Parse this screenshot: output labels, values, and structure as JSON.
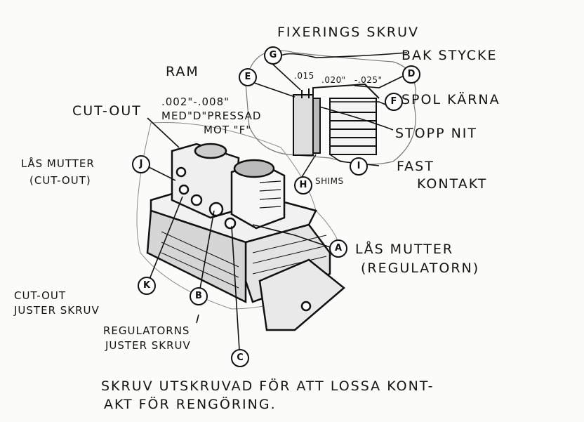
{
  "labels": {
    "fixerings_skruv": "FIXERINGS SKRUV",
    "bak_stycke": "BAK STYCKE",
    "ram": "RAM",
    "gap_small": ".015",
    "gap_range_a": ".020\"",
    "gap_range_b": "-.025\"",
    "spol_karna": "SPOL KÄRNA",
    "stopp_nit": "STOPP NIT",
    "cut_out": "CUT-OUT",
    "cut_out_gap": ".002\"-.008\"",
    "med_d_pressad": "MED\"D\"PRESSAD",
    "mot_f": "MOT \"F\"",
    "las_mutter_cutout_1": "LÅS MUTTER",
    "las_mutter_cutout_2": "(CUT-OUT)",
    "shims": "SHIMS",
    "fast_kontakt_1": "FAST",
    "fast_kontakt_2": "KONTAKT",
    "las_mutter_reg_1": "LÅS MUTTER",
    "las_mutter_reg_2": "(REGULATORN)",
    "cutout_juster_1": "CUT-OUT",
    "cutout_juster_2": "JUSTER SKRUV",
    "reg_juster_1": "REGULATORNS",
    "reg_juster_2": "JUSTER SKRUV",
    "caption_1": "SKRUV UTSKRUVAD FÖR ATT LOSSA KONT-",
    "caption_2": "AKT FÖR RENGÖRING."
  },
  "callouts": {
    "A": "A",
    "B": "B",
    "C": "C",
    "D": "D",
    "E": "E",
    "F": "F",
    "G": "G",
    "H": "H",
    "I": "I",
    "J": "J",
    "K": "K"
  },
  "colors": {
    "ink": "#111111",
    "paper": "#fbfbf9",
    "shade": "#9a9a9a"
  }
}
